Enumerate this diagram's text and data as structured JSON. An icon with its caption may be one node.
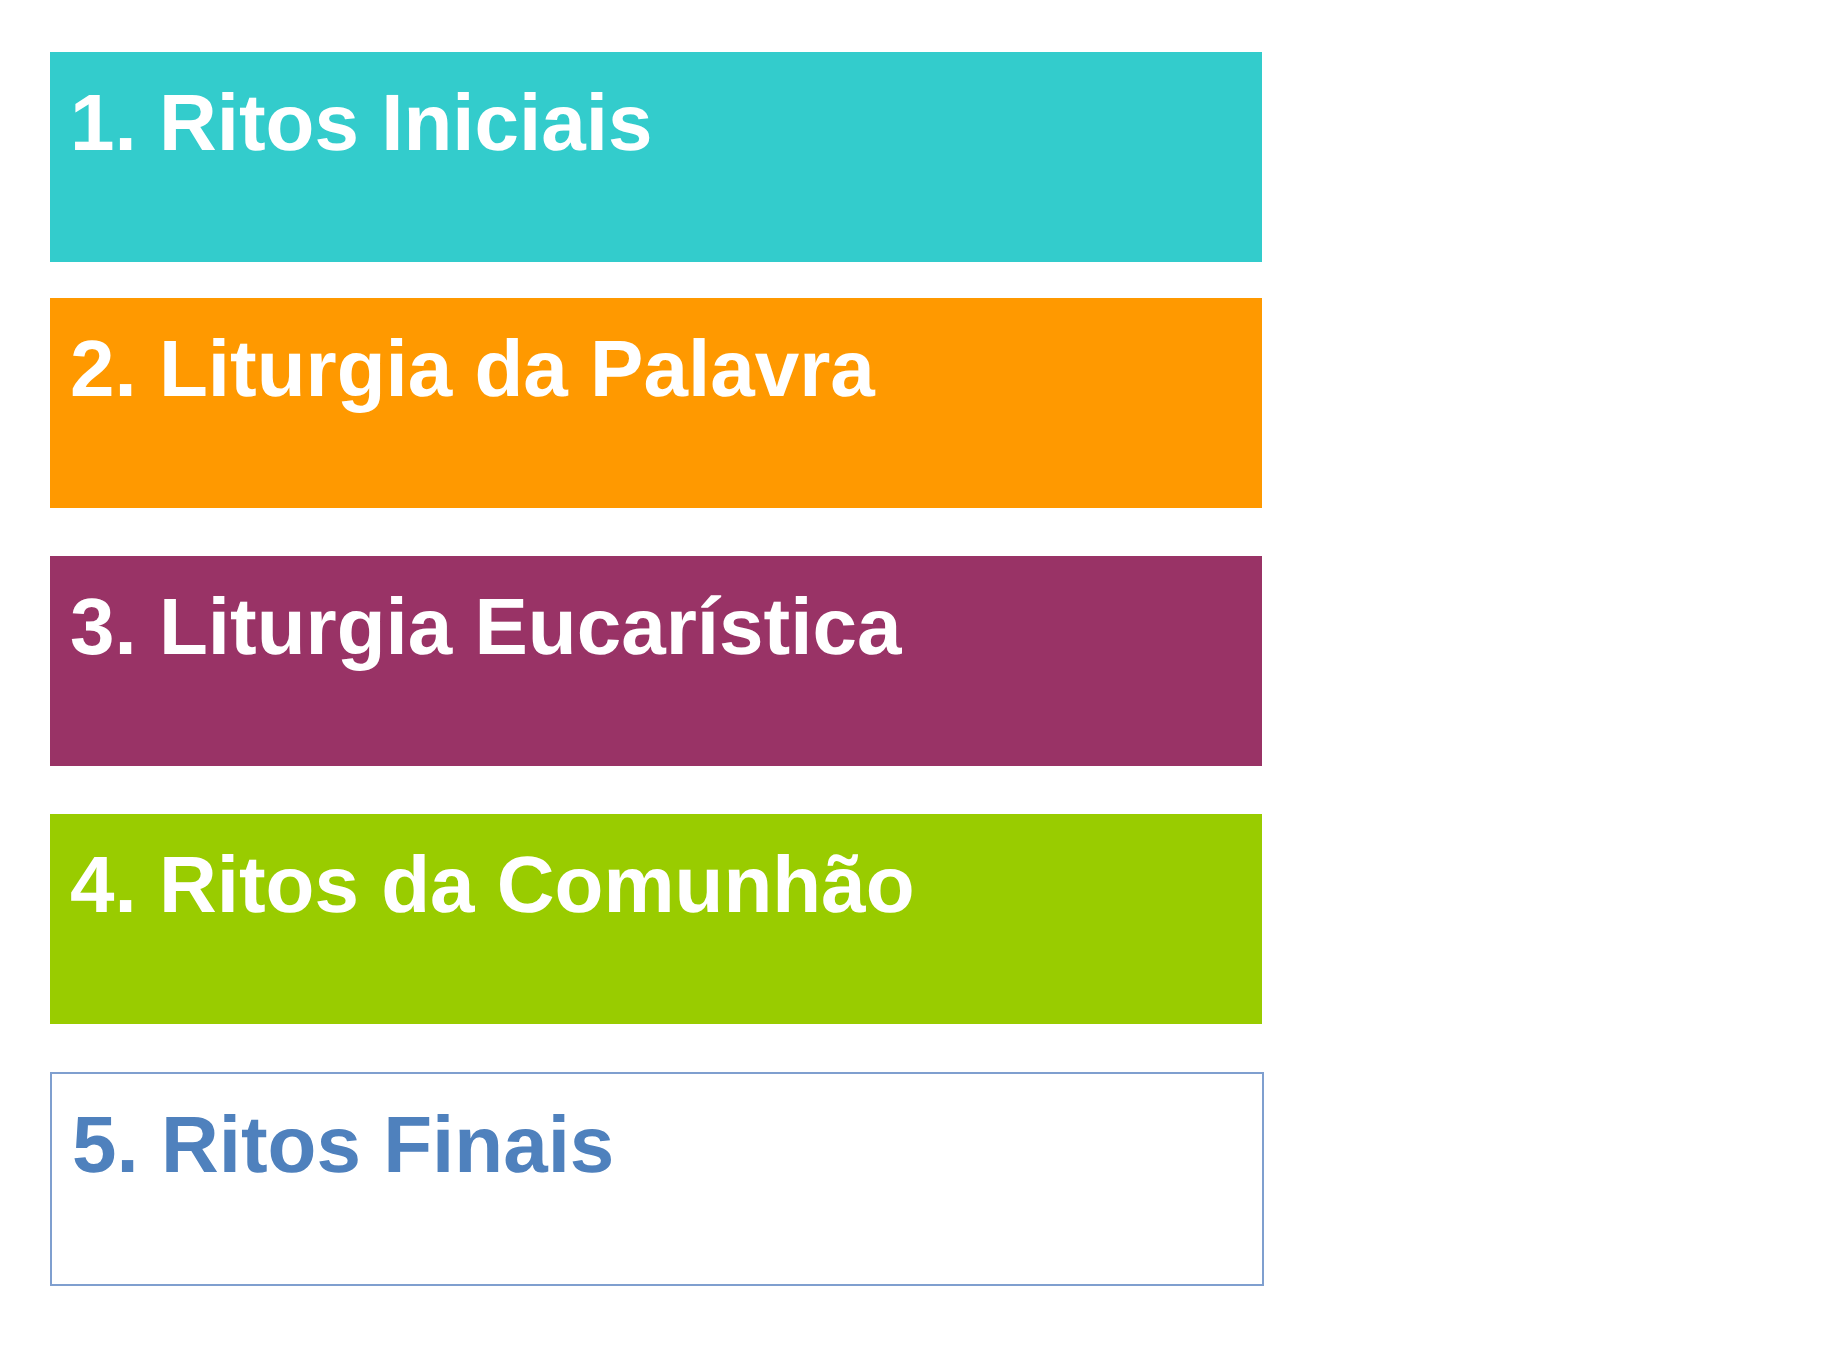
{
  "diagram": {
    "nodes": [
      {
        "text": [
          "1. Ritos Iniciais"
        ]
      },
      {
        "text": [
          "2. Liturgia da Palavra"
        ]
      },
      {
        "text": [
          "3. Liturgia Eucarística"
        ]
      },
      {
        "text": [
          "4. Ritos da Comunhão"
        ]
      },
      {
        "text": [
          "5. Ritos Finais"
        ]
      }
    ],
    "edges": []
  }
}
